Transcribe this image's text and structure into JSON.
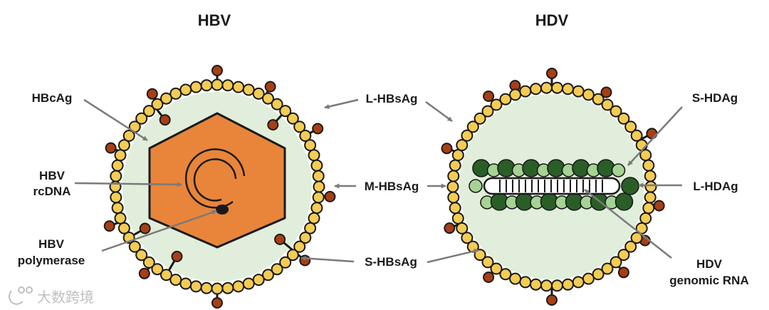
{
  "titles": {
    "hbv": "HBV",
    "hdv": "HDV"
  },
  "labels": {
    "hbcag": "HBcAg",
    "hbv_rcdna_1": "HBV",
    "hbv_rcdna_2": "rcDNA",
    "hbv_pol_1": "HBV",
    "hbv_pol_2": "polymerase",
    "l_hbsag": "L-HBsAg",
    "m_hbsag": "M-HBsAg",
    "s_hbsag": "S-HBsAg",
    "s_hdag": "S-HDAg",
    "l_hdag": "L-HDAg",
    "hdv_rna_1": "HDV",
    "hdv_rna_2": "genomic RNA"
  },
  "watermark": "大数跨境",
  "colors": {
    "interior": "#e1eedb",
    "envelope_bead": "#f3cc54",
    "outline": "#1a1a1a",
    "capsid": "#e8853a",
    "spike": "#a83e14",
    "hdag_light": "#a6d394",
    "hdag_dark": "#2a5e27",
    "arrow": "#7a7a7a"
  }
}
